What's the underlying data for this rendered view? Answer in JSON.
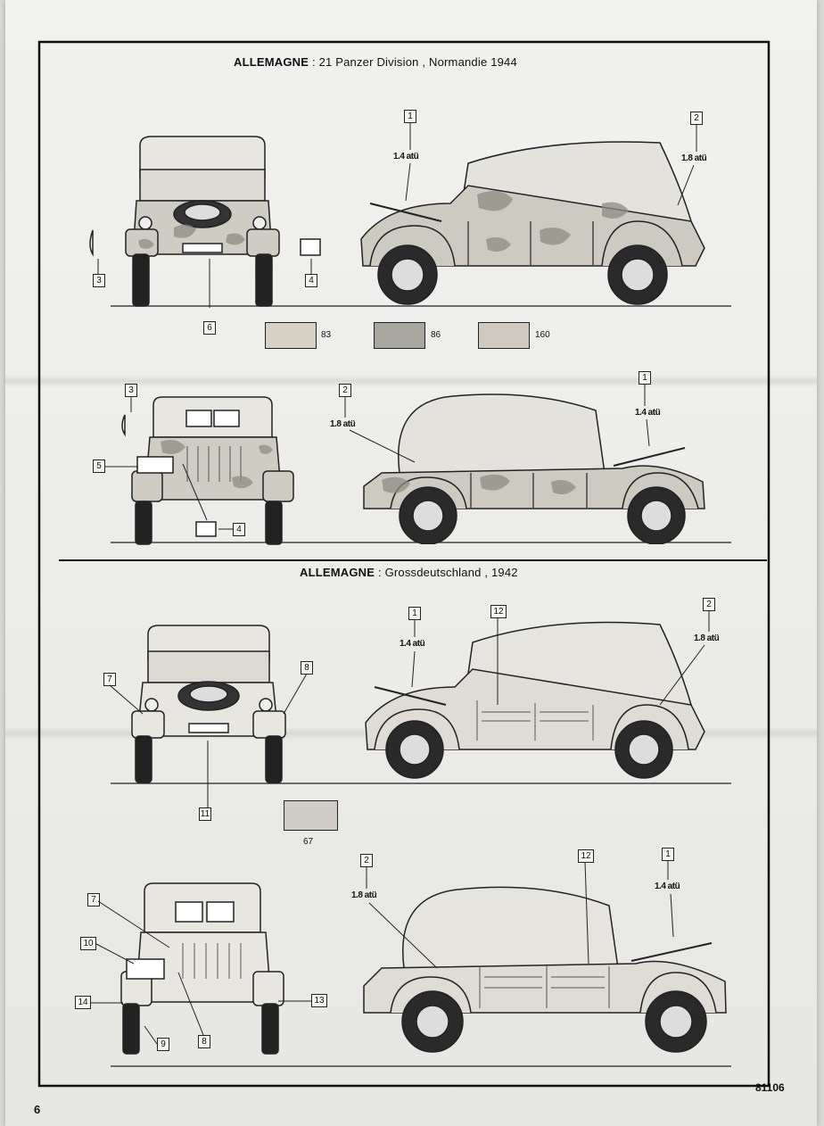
{
  "section1": {
    "country": "ALLEMAGNE",
    "unit": " : 21 Panzer Division , Normandie 1944"
  },
  "section2": {
    "country": "ALLEMAGNE",
    "unit": " : Grossdeutschland , 1942"
  },
  "paints_section1": [
    {
      "code": "83",
      "color": "#d6d2c6"
    },
    {
      "code": "86",
      "color": "#a8a69e"
    },
    {
      "code": "160",
      "color": "#cfcac0"
    }
  ],
  "paints_section2": [
    {
      "code": "67",
      "color": "#cfcdc6"
    }
  ],
  "pressure_front": "1.4 atü",
  "pressure_rear": "1.8 atü",
  "callouts": {
    "c1": "1",
    "c2": "2",
    "c3": "3",
    "c4": "4",
    "c5": "5",
    "c6": "6",
    "c7": "7",
    "c8": "8",
    "c9": "9",
    "c10": "10",
    "c11": "11",
    "c12": "12",
    "c13": "13",
    "c14": "14"
  },
  "page_number": "6",
  "kit_number": "81106"
}
